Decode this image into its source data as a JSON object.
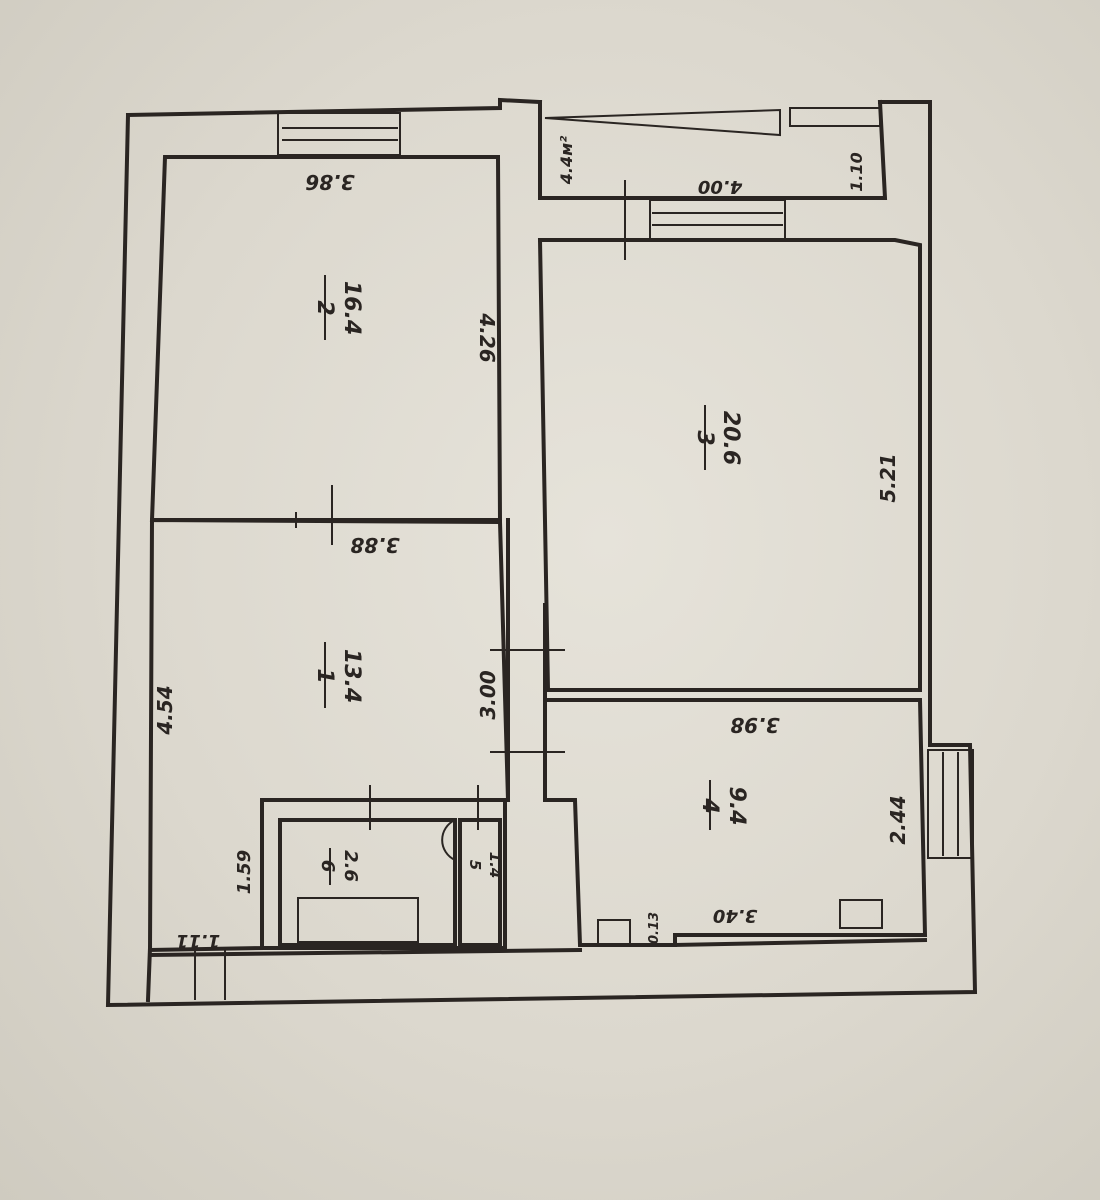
{
  "document": {
    "type": "apartment floor plan",
    "colors": {
      "paper": "#dcd8ce",
      "ink": "#2a2522"
    }
  },
  "rooms": [
    {
      "number": "1",
      "area": "13.4",
      "dims": [
        "4.54",
        "3.88"
      ]
    },
    {
      "number": "2",
      "area": "16.4",
      "dims": [
        "3.86",
        "4.26"
      ]
    },
    {
      "number": "3",
      "area": "20.6",
      "dims": [
        "5.21"
      ]
    },
    {
      "number": "4",
      "area": "9.4",
      "dims": [
        "3.98",
        "2.44",
        "3.40",
        "0.13"
      ]
    },
    {
      "number": "5",
      "area": "1.4"
    },
    {
      "number": "6",
      "area": "2.6"
    }
  ],
  "balcony": {
    "area": "4.4м²",
    "length": "4.00",
    "width": "1.10"
  },
  "other_dims": {
    "corridor_length": "3.00",
    "hall_dim": "1.59",
    "hall_width": "1.11"
  }
}
